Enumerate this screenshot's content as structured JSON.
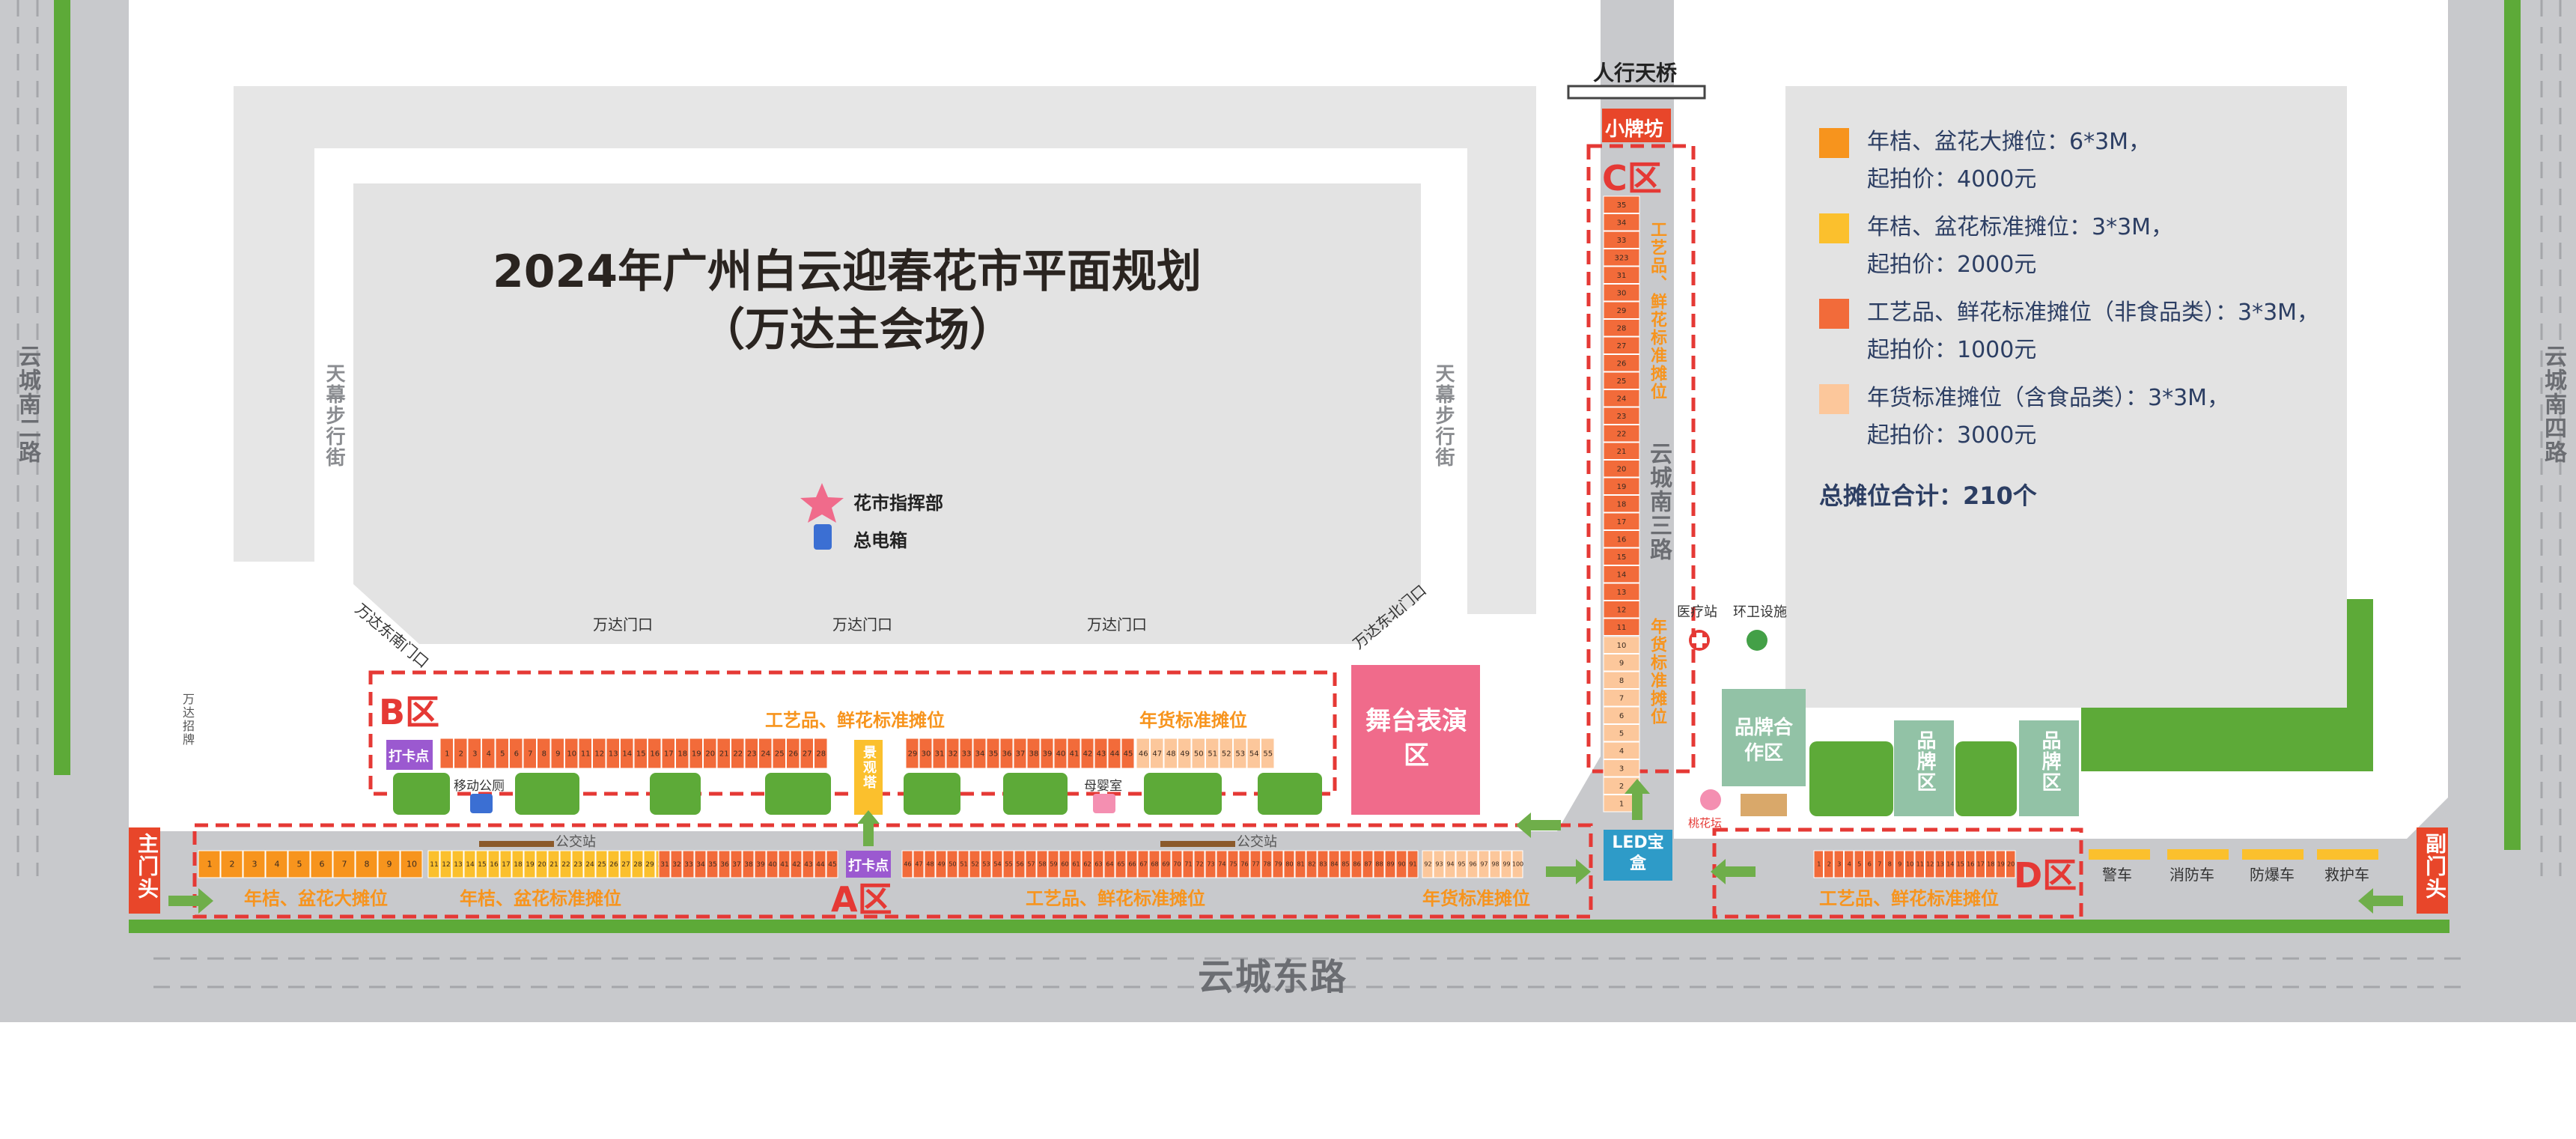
{
  "title": {
    "line1": "2024年广州白云迎春花市平面规划",
    "line2": "（万达主会场）"
  },
  "roads": {
    "left": "云城南二路",
    "right": "云城南四路",
    "bottom": "云城东路",
    "center": "云城南三路",
    "left_walk": "天幕步行街",
    "right_walk": "天幕步行街",
    "bridge": "人行天桥",
    "archway": "小牌坊"
  },
  "gates": {
    "main": "主门头",
    "secondary": "副门头",
    "wanda_se": "万达东南门口",
    "wanda_ne": "万达东北门口",
    "wanda_door": "万达门口",
    "wanda_sign": "万达招牌"
  },
  "zones": {
    "A": "A区",
    "B": "B区",
    "C": "C区",
    "D": "D区"
  },
  "labels": {
    "craft": "工艺品、鲜花标准摊位",
    "newyear": "年货标准摊位",
    "big": "年桔、盆花大摊位",
    "std": "年桔、盆花标准摊位",
    "checkin": "打卡点",
    "bus": "公交站",
    "stage": "舞台表演区",
    "led": "LED宝盒",
    "brand_coop": "品牌合作区",
    "brand": "品牌区",
    "medical": "医疗站",
    "toilet": "环卫设施",
    "mobile_toilet": "移动公厕",
    "mother": "母婴室",
    "viewing": "景观塔",
    "flower_dept": "花市指挥部",
    "power_box": "总电箱",
    "peach": "桃花坛",
    "police": "警车",
    "fire": "消防车",
    "riot": "防爆车",
    "ambulance": "救护车"
  },
  "legend": [
    {
      "color": "#f7941d",
      "line1": "年桔、盆花大摊位：6*3M，",
      "line2": "起拍价：4000元"
    },
    {
      "color": "#fbc02d",
      "line1": "年桔、盆花标准摊位：3*3M，",
      "line2": "起拍价：2000元"
    },
    {
      "color": "#f26b3a",
      "line1": "工艺品、鲜花标准摊位（非食品类）：3*3M，",
      "line2": "起拍价：1000元"
    },
    {
      "color": "#fcc79b",
      "line1": "年货标准摊位（含食品类）：3*3M，",
      "line2": "起拍价：3000元"
    }
  ],
  "total": "总摊位合计：210个",
  "stalls": {
    "A_big": [
      "1",
      "2",
      "3",
      "4",
      "5",
      "6",
      "7",
      "8",
      "9",
      "10"
    ],
    "A_std": [
      "11",
      "12",
      "13",
      "14",
      "15",
      "16",
      "17",
      "18",
      "19",
      "20",
      "21",
      "22",
      "23",
      "24",
      "25",
      "26",
      "27",
      "28",
      "29",
      "30"
    ],
    "A_craft1": [
      "31",
      "32",
      "33",
      "34",
      "35",
      "36",
      "37",
      "38",
      "39",
      "40",
      "41",
      "42",
      "43",
      "44",
      "45"
    ],
    "A_craft2": [
      "46",
      "47",
      "48",
      "49",
      "50",
      "51",
      "52",
      "53",
      "54",
      "55",
      "56",
      "57",
      "58",
      "59",
      "60",
      "61",
      "62",
      "63",
      "64",
      "65",
      "66",
      "67",
      "68",
      "69",
      "70",
      "71",
      "72",
      "73",
      "74",
      "75",
      "76",
      "77",
      "78",
      "79",
      "80",
      "81",
      "82",
      "83",
      "84",
      "85",
      "86",
      "87",
      "88",
      "89",
      "90",
      "91"
    ],
    "A_ny": [
      "92",
      "93",
      "94",
      "95",
      "96",
      "97",
      "98",
      "99",
      "100"
    ],
    "B_craft1": [
      "1",
      "2",
      "3",
      "4",
      "5",
      "6",
      "7",
      "8",
      "9",
      "10",
      "11",
      "12",
      "13",
      "14",
      "15",
      "16",
      "17",
      "18",
      "19",
      "20",
      "21",
      "22",
      "23",
      "24",
      "25",
      "26",
      "27",
      "28"
    ],
    "B_craft2": [
      "29",
      "30",
      "31",
      "32",
      "33",
      "34",
      "35",
      "36",
      "37",
      "38",
      "39",
      "40",
      "41",
      "42",
      "43",
      "44",
      "45"
    ],
    "B_ny": [
      "46",
      "47",
      "48",
      "49",
      "50",
      "51",
      "52",
      "53",
      "54",
      "55"
    ],
    "C_craft": [
      "35",
      "34",
      "33",
      "323",
      "31",
      "30",
      "29",
      "28",
      "27",
      "26",
      "25",
      "24",
      "23",
      "22",
      "21",
      "20",
      "19",
      "18",
      "17",
      "16",
      "15",
      "14",
      "13",
      "12",
      "11"
    ],
    "C_ny": [
      "10",
      "9",
      "8",
      "7",
      "6",
      "5",
      "4",
      "3",
      "2",
      "1"
    ],
    "D_craft": [
      "1",
      "2",
      "3",
      "4",
      "5",
      "6",
      "7",
      "8",
      "9",
      "10",
      "11",
      "12",
      "13",
      "14",
      "15",
      "16",
      "17",
      "18",
      "19",
      "20"
    ]
  }
}
